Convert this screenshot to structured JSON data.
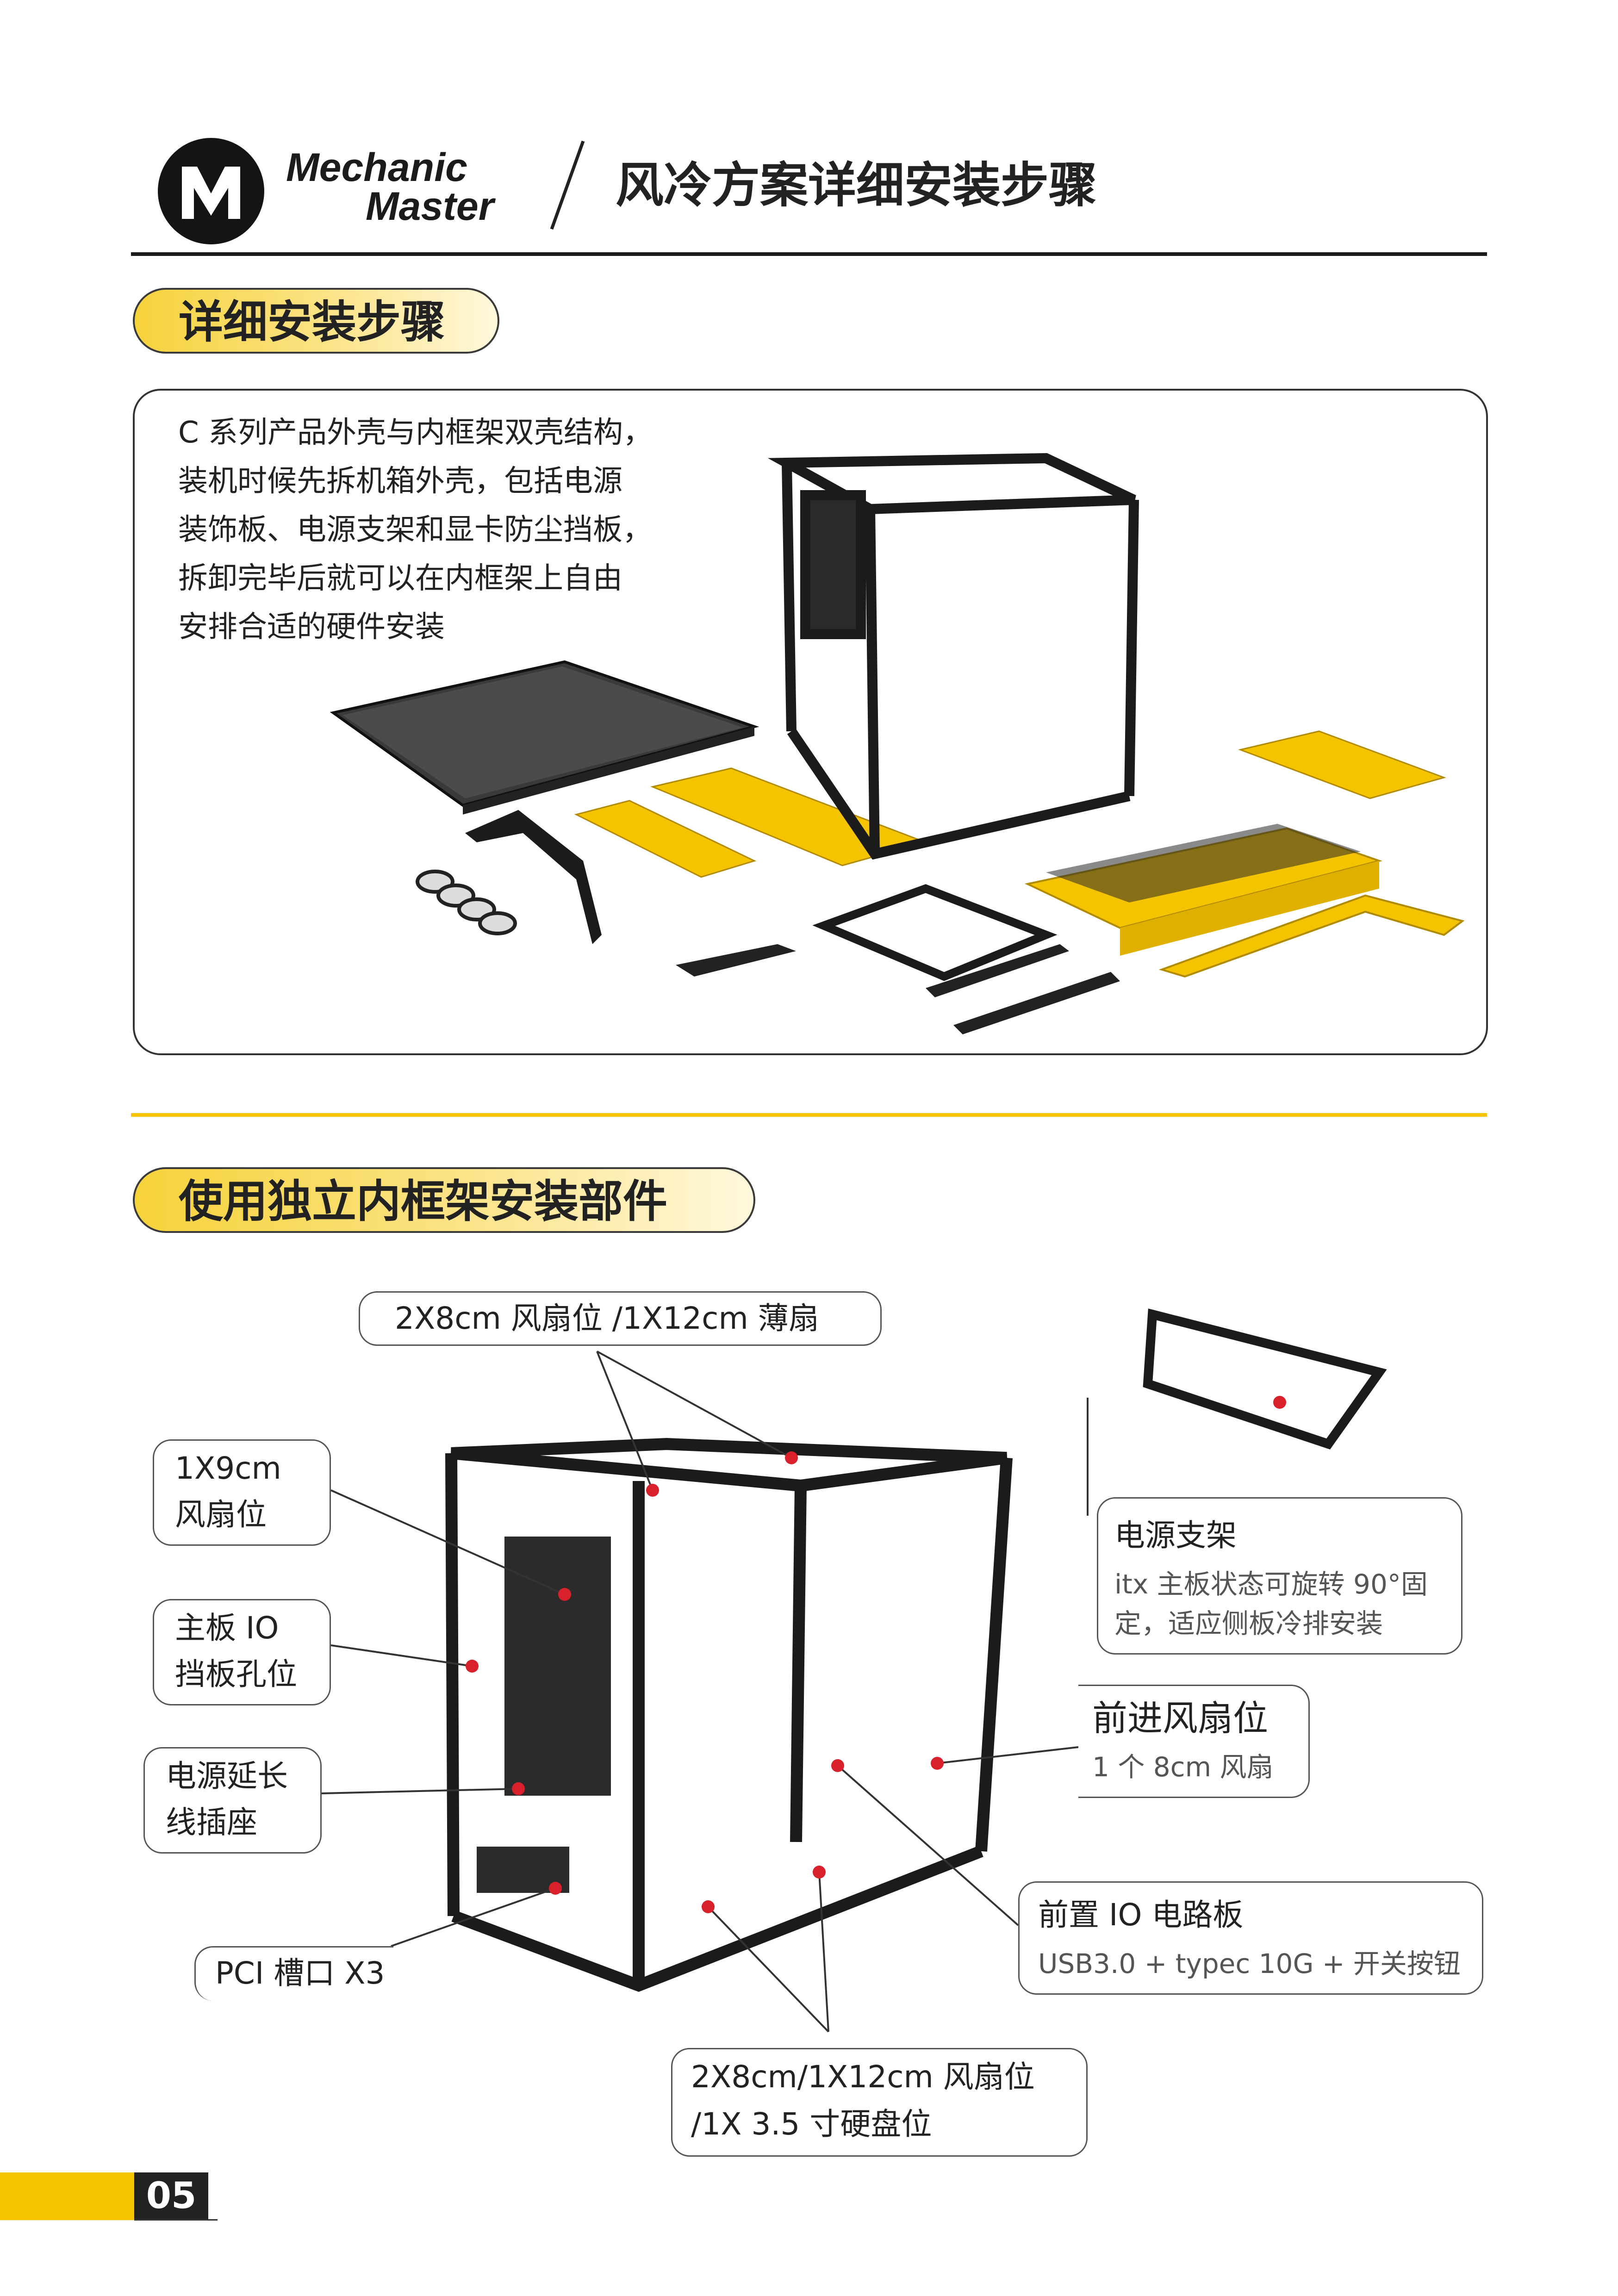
{
  "header": {
    "brand_line1": "Mechanic",
    "brand_line2": "Master",
    "title": "风冷方案详细安装步骤"
  },
  "section1": {
    "heading": "详细安装步骤",
    "intro_lines": [
      "C 系列产品外壳与内框架双壳结构，",
      "装机时候先拆机箱外壳，包括电源",
      "装饰板、电源支架和显卡防尘挡板，",
      "拆卸完毕后就可以在内框架上自由",
      "安排合适的硬件安装"
    ]
  },
  "section2": {
    "heading": "使用独立内框架安装部件",
    "callouts": {
      "top_fan": "2X8cm 风扇位 /1X12cm 薄扇",
      "fan_9cm": [
        "1X9cm",
        "风扇位"
      ],
      "io_shield": [
        "主板 IO",
        "挡板孔位"
      ],
      "psu_ext": [
        "电源延长",
        "线插座"
      ],
      "pci": "PCI 槽口 X3",
      "bottom_fan": [
        "2X8cm/1X12cm 风扇位",
        "/1X 3.5 寸硬盘位"
      ],
      "psu_bracket": {
        "title": "电源支架",
        "desc": [
          "itx 主板状态可旋转 90°固",
          "定，适应侧板冷排安装"
        ]
      },
      "front_fan": {
        "title": "前进风扇位",
        "desc": "1 个 8cm 风扇"
      },
      "front_io": {
        "title": "前置 IO 电路板",
        "desc": "USB3.0 + typec 10G + 开关按钮"
      }
    }
  },
  "footer": {
    "page_number": "05"
  },
  "colors": {
    "accent_yellow": "#f5c400",
    "frame_black": "#1b1b1b",
    "marker_red": "#d9212b"
  }
}
